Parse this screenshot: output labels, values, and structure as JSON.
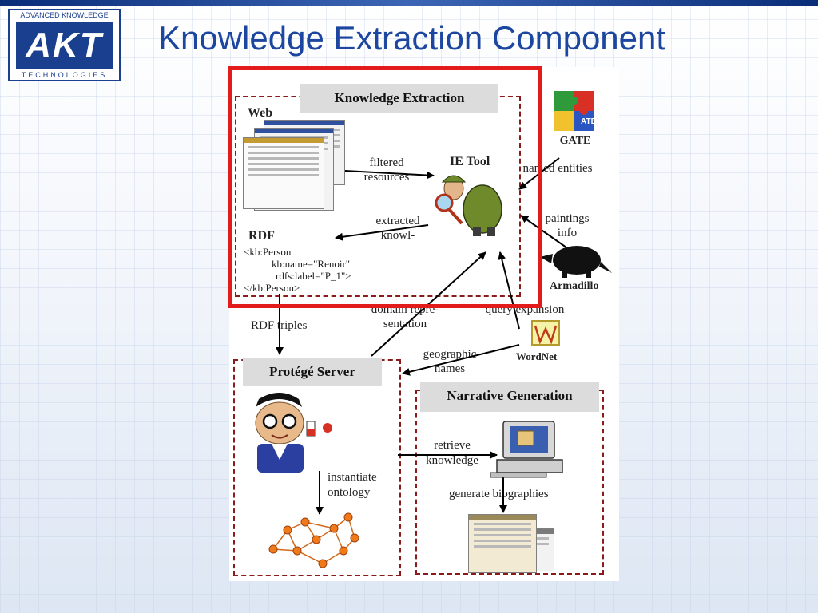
{
  "slide": {
    "title": "Knowledge Extraction Component",
    "logo": {
      "tagline_top": "ADVANCED KNOWLEDGE",
      "mark": "AKT",
      "tagline_bottom": "TECHNOLOGIES"
    }
  },
  "diagram": {
    "knowledge_extraction": {
      "header": "Knowledge Extraction",
      "web_label": "Web",
      "ie_tool_label": "IE Tool",
      "filtered_resources": [
        "filtered",
        "resources"
      ],
      "extracted_knowl": [
        "extracted",
        "knowl-"
      ],
      "rdf_label": "RDF",
      "rdf_lines": [
        "<kb:Person",
        "kb:name=\"Renoir\"",
        "rdfs:label=\"P_1\">",
        "</kb:Person>"
      ]
    },
    "gate": {
      "label": "GATE",
      "icon_text": "ATE",
      "edge": "named entities"
    },
    "armadillo": {
      "label": "Armadillo",
      "edge": [
        "paintings",
        "info"
      ]
    },
    "wordnet": {
      "label": "WordNet",
      "edge": "query expansion"
    },
    "edges": {
      "rdf_triples": "RDF triples",
      "domain_representation": [
        "domain repre-",
        "sentation"
      ],
      "geographic_names": [
        "geographic",
        "names"
      ],
      "retrieve_knowledge": [
        "retrieve",
        "knowledge"
      ],
      "instantiate_ontology": [
        "instantiate",
        "ontology"
      ],
      "generate_biographies": "generate biographies"
    },
    "protege": {
      "header": "Protégé Server"
    },
    "narrative": {
      "header": "Narrative Generation"
    }
  },
  "colors": {
    "title": "#1c46a0",
    "highlight_frame": "#e21b1b",
    "dashed_frame": "#8b1a1a",
    "ontology_nodes": "#f07a1a",
    "logo": "#1b3f8f"
  }
}
